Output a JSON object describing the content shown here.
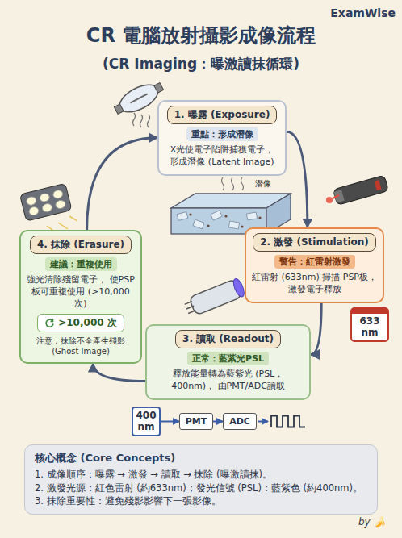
{
  "diagram": {
    "title": "CR 電腦放射攝影成像流程",
    "nodes": [
      {
        "text": [
          "1. 曝露 (Exposure)",
          "X光使電子陷阱捕獲電子， 形成潛像 (Latent Image)"
        ]
      },
      {
        "text": [
          "重點：形成潛像"
        ],
        "in": 0
      },
      {
        "text": [
          "2. 激發 (Stimulation)",
          "紅雷射 (633nm) 掃描 PSP板，激發電子釋放"
        ]
      },
      {
        "text": [
          "警告：紅雷射激發"
        ],
        "in": 2
      },
      {
        "text": [
          "3. 讀取 (Readout)",
          "釋放能量轉為藍紫光 (PSL，400nm)， 由PMT/ADC讀取"
        ]
      },
      {
        "text": [
          "正常：藍紫光PSL"
        ],
        "in": 4
      },
      {
        "text": [
          "4. 抹除 (Erasure)",
          "強光清除殘留電子， 使PSP板可重複使用 (>10,000 次)",
          "注意：抹除不全產生殘影 (Ghost Image)"
        ]
      },
      {
        "text": [
          "建議：重複使用"
        ],
        "in": 6
      },
      {
        "text": [
          ">10,000 次"
        ],
        "in": 6
      },
      {
        "text": [
          "400 nm"
        ]
      },
      {
        "text": [
          "PMT"
        ]
      },
      {
        "text": [
          "ADC"
        ]
      },
      {
        "text": [
          "633 nm"
        ]
      },
      {
        "text": [
          "核心概念 (Core Concepts)",
          "1. 成像順序：曝露 → 激發 → 讀取 → 抹除 (曝激讀抹)。",
          "2. 激發光源：紅色雷射 (約633nm)；發光信號 (PSL)：藍紫色 (約400nm)。",
          "3. 抹除重要性：避免殘影影響下一張影像。"
        ]
      }
    ],
    "edges": [
      {
        "from": 0,
        "to": 2,
        "arrow": "to"
      },
      {
        "from": 2,
        "to": 4,
        "arrow": "to"
      },
      {
        "from": 4,
        "to": 6,
        "arrow": "to"
      },
      {
        "from": 6,
        "to": 0,
        "arrow": "to"
      },
      {
        "from": 9,
        "to": 10,
        "arrow": "to"
      },
      {
        "from": 10,
        "to": 11,
        "arrow": "to"
      }
    ],
    "labels": [
      "ExamWise",
      "(CR Imaging：曝激讀抹循環)",
      "潛像",
      "by 🍌"
    ]
  }
}
